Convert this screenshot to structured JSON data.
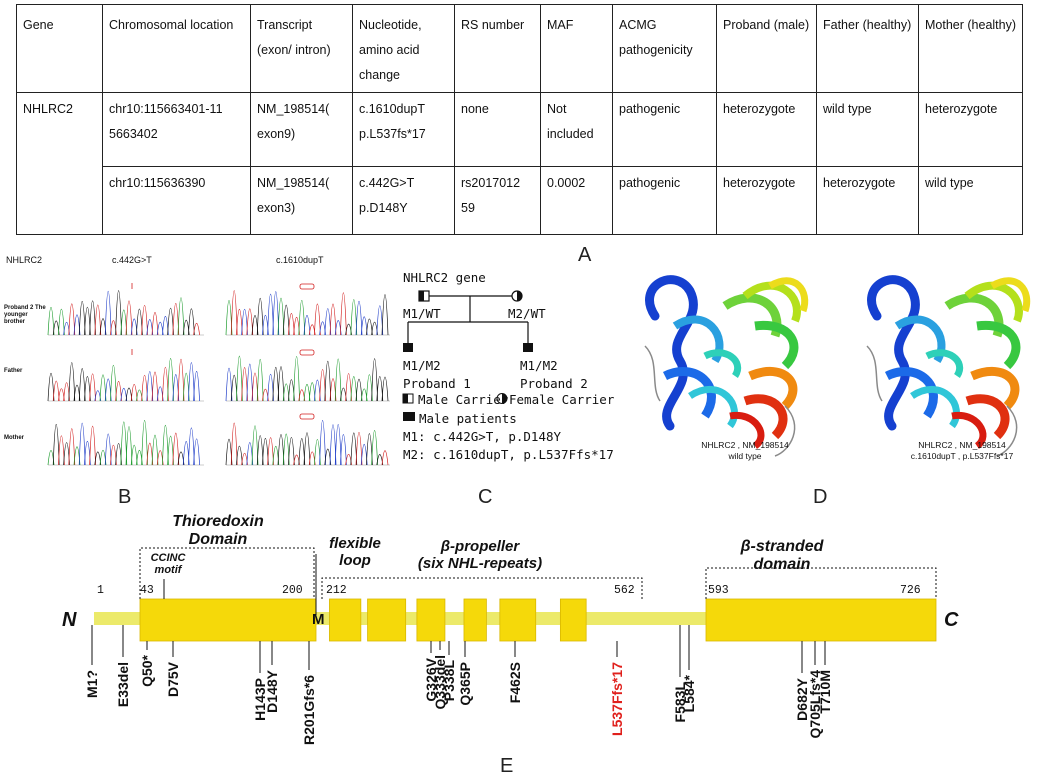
{
  "table": {
    "headers": [
      "Gene",
      "Chromosomal location",
      "Transcript (exon/ intron)",
      "Nucleotide, amino acid change",
      "RS number",
      "MAF",
      "ACMG pathogenicity",
      "Proband (male)",
      "Father (healthy)",
      "Mother (healthy)"
    ],
    "rows": [
      [
        "NHLRC2",
        "chr10:115663401-11\n5663402",
        "NM_198514(\nexon9)",
        "c.1610dupT\np.L537fs*17",
        "none",
        "Not\nincluded",
        "pathogenic",
        "heterozygote",
        "wild type",
        "heterozygote"
      ],
      [
        "",
        "chr10:115636390",
        "NM_198514(\nexon3)",
        "c.442G>T\np.D148Y",
        "rs2017012\n59",
        "0.0002",
        "pathogenic",
        "heterozygote",
        "heterozygote",
        "wild type"
      ]
    ]
  },
  "panel_letters": {
    "a": "A",
    "b": "B",
    "c": "C",
    "d": "D",
    "e": "E"
  },
  "panel_b": {
    "gene": "NHLRC2",
    "mutation_1": "c.442G>T",
    "mutation_2": "c.1610dupT",
    "row_labels": [
      "Proband 2\nThe younger brother",
      "Father",
      "Mother"
    ]
  },
  "panel_c": {
    "title": "NHLRC2 gene",
    "father_genotype": "M1/WT",
    "mother_genotype": "M2/WT",
    "child1_genotype": "M1/M2",
    "child2_genotype": "M1/M2",
    "child1_label": "Proband 1",
    "child2_label": "Proband 2",
    "legend_male_carrier": "Male Carrier",
    "legend_female_carrier": "Female Carrier",
    "legend_male_patients": "Male patients",
    "m1": "M1: c.442G>T, p.D148Y",
    "m2": "M2: c.1610dupT, p.L537Ffs*17"
  },
  "panel_d": {
    "caption_wt": "NHLRC2 , NM_198514\nwild type",
    "caption_mut": "NHLRC2 , NM_198514\nc.1610dupT , p.L537Ffs*17"
  },
  "panel_e": {
    "n_label": "N",
    "c_label": "C",
    "domains": {
      "thioredoxin": "Thioredoxin\nDomain",
      "ccinc": "CCINC\nmotif",
      "flexible": "flexible\nloop",
      "propeller": "β-propeller\n(six NHL-repeats)",
      "stranded": "β-stranded\ndomain"
    },
    "positions": [
      "1",
      "43",
      "200",
      "M",
      "212",
      "562",
      "593",
      "726"
    ],
    "variants": [
      {
        "label": "M1?",
        "highlight": false
      },
      {
        "label": "E33del",
        "highlight": false
      },
      {
        "label": "Q50*",
        "highlight": false
      },
      {
        "label": "D75V",
        "highlight": false
      },
      {
        "label": "H143P",
        "highlight": false
      },
      {
        "label": "D148Y",
        "highlight": false
      },
      {
        "label": "R201Gfs*6",
        "highlight": false
      },
      {
        "label": "G326V",
        "highlight": false
      },
      {
        "label": "Q333del",
        "highlight": false
      },
      {
        "label": "P338L",
        "highlight": false
      },
      {
        "label": "Q365P",
        "highlight": false
      },
      {
        "label": "F462S",
        "highlight": false
      },
      {
        "label": "L537Ffs*17",
        "highlight": true
      },
      {
        "label": "F583L",
        "highlight": false
      },
      {
        "label": "L584*",
        "highlight": false
      },
      {
        "label": "D682Y",
        "highlight": false
      },
      {
        "label": "Q705Lfs*4",
        "highlight": false
      },
      {
        "label": "T710M",
        "highlight": false
      }
    ]
  },
  "colors": {
    "domain_fill": "#f5d90a",
    "domain_stroke": "#d9b800",
    "backbone": "#ecea6a",
    "highlight": "#e0201c"
  }
}
